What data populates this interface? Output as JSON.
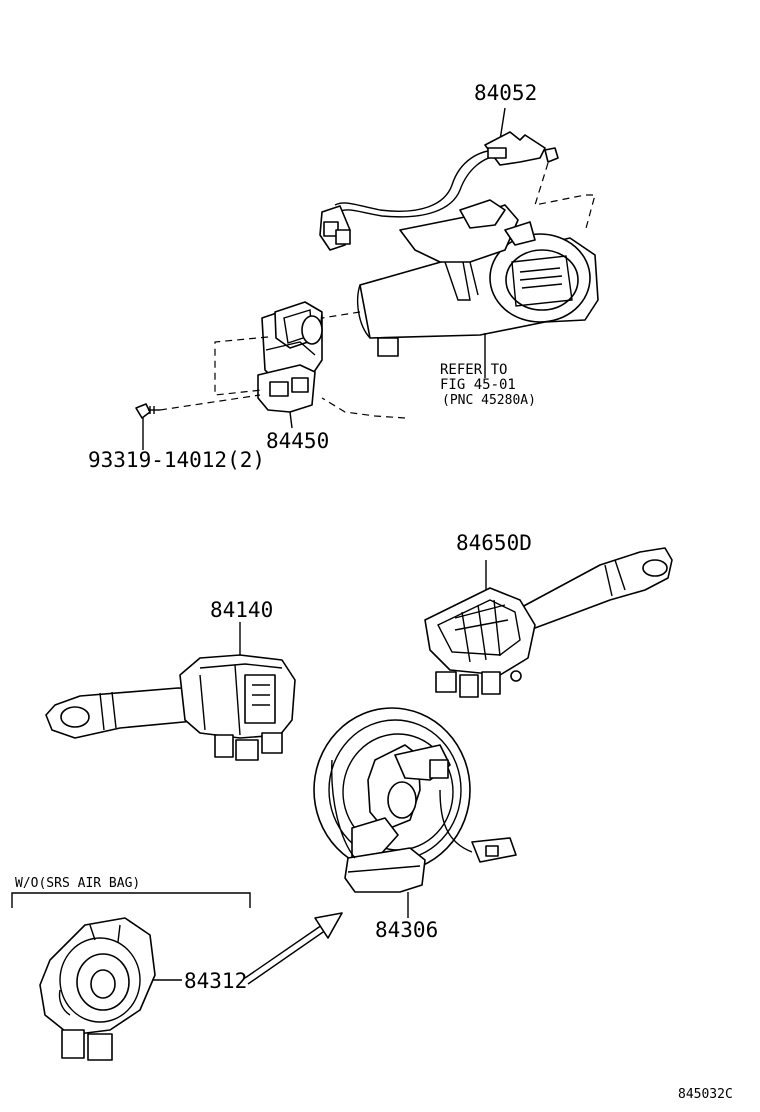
{
  "labels": {
    "p84052": "84052",
    "p84450": "84450",
    "p93319": "93319-14012(2)",
    "ref_line1": "REFER TO",
    "ref_line2": "FIG 45-01",
    "ref_line3": "(PNC 45280A)",
    "p84650d": "84650D",
    "p84140": "84140",
    "p84306": "84306",
    "p84312": "84312",
    "variant": "W/O(SRS AIR BAG)",
    "figure_code": "845032C"
  }
}
